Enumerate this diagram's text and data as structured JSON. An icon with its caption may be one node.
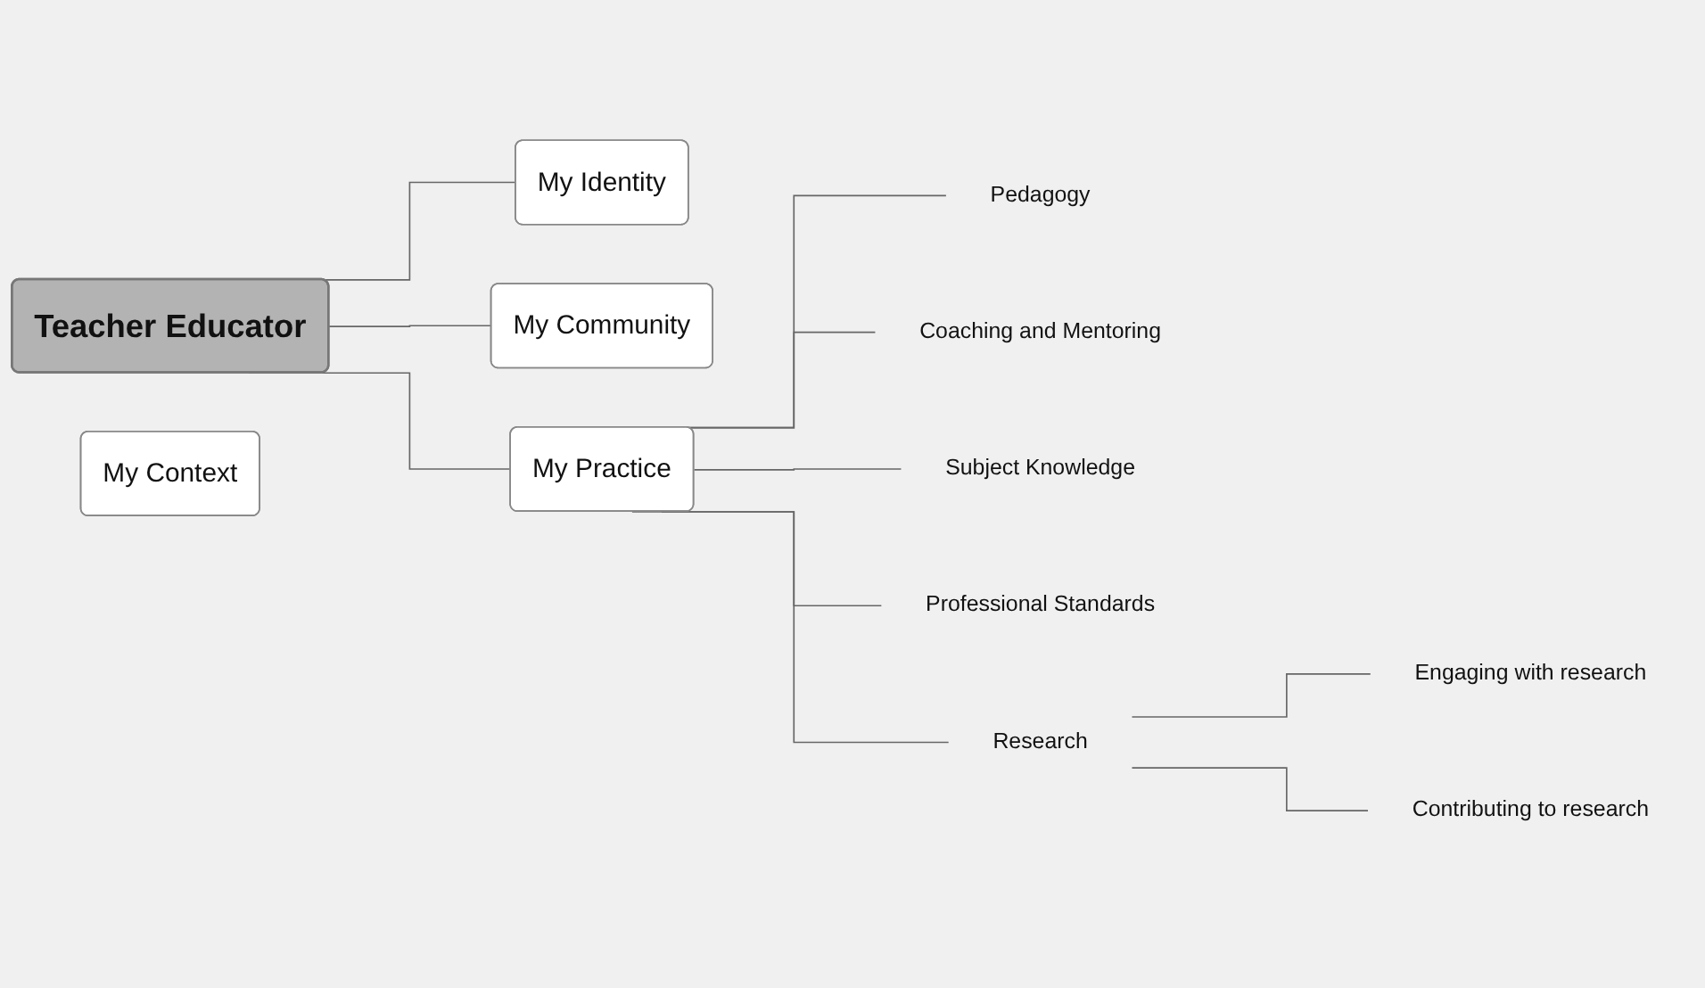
{
  "diagram": {
    "nodes": [
      {
        "text": [
          "Teacher Educator"
        ]
      },
      {
        "text": [
          "My Identity"
        ]
      },
      {
        "text": [
          "My Context"
        ]
      },
      {
        "text": [
          "My Community"
        ]
      },
      {
        "text": [
          "My Practice"
        ]
      },
      {
        "text": [
          "Pedagogy"
        ]
      },
      {
        "text": [
          "Coaching and Mentoring"
        ]
      },
      {
        "text": [
          "Subject Knowledge"
        ]
      },
      {
        "text": [
          "Professional Standards"
        ]
      },
      {
        "text": [
          "Research"
        ]
      },
      {
        "text": [
          "Engaging with research"
        ]
      },
      {
        "text": [
          "Contributing to research"
        ]
      }
    ],
    "edges": [
      {
        "from": 0,
        "to": 1,
        "arrow": "none"
      },
      {
        "from": 0,
        "to": 3,
        "arrow": "none"
      },
      {
        "from": 0,
        "to": 4,
        "arrow": "none"
      },
      {
        "from": 4,
        "to": 5,
        "arrow": "none"
      },
      {
        "from": 4,
        "to": 6,
        "arrow": "none"
      },
      {
        "from": 4,
        "to": 7,
        "arrow": "none"
      },
      {
        "from": 4,
        "to": 8,
        "arrow": "none"
      },
      {
        "from": 4,
        "to": 9,
        "arrow": "none"
      },
      {
        "from": 9,
        "to": 10,
        "arrow": "none"
      },
      {
        "from": 9,
        "to": 11,
        "arrow": "none"
      }
    ]
  }
}
